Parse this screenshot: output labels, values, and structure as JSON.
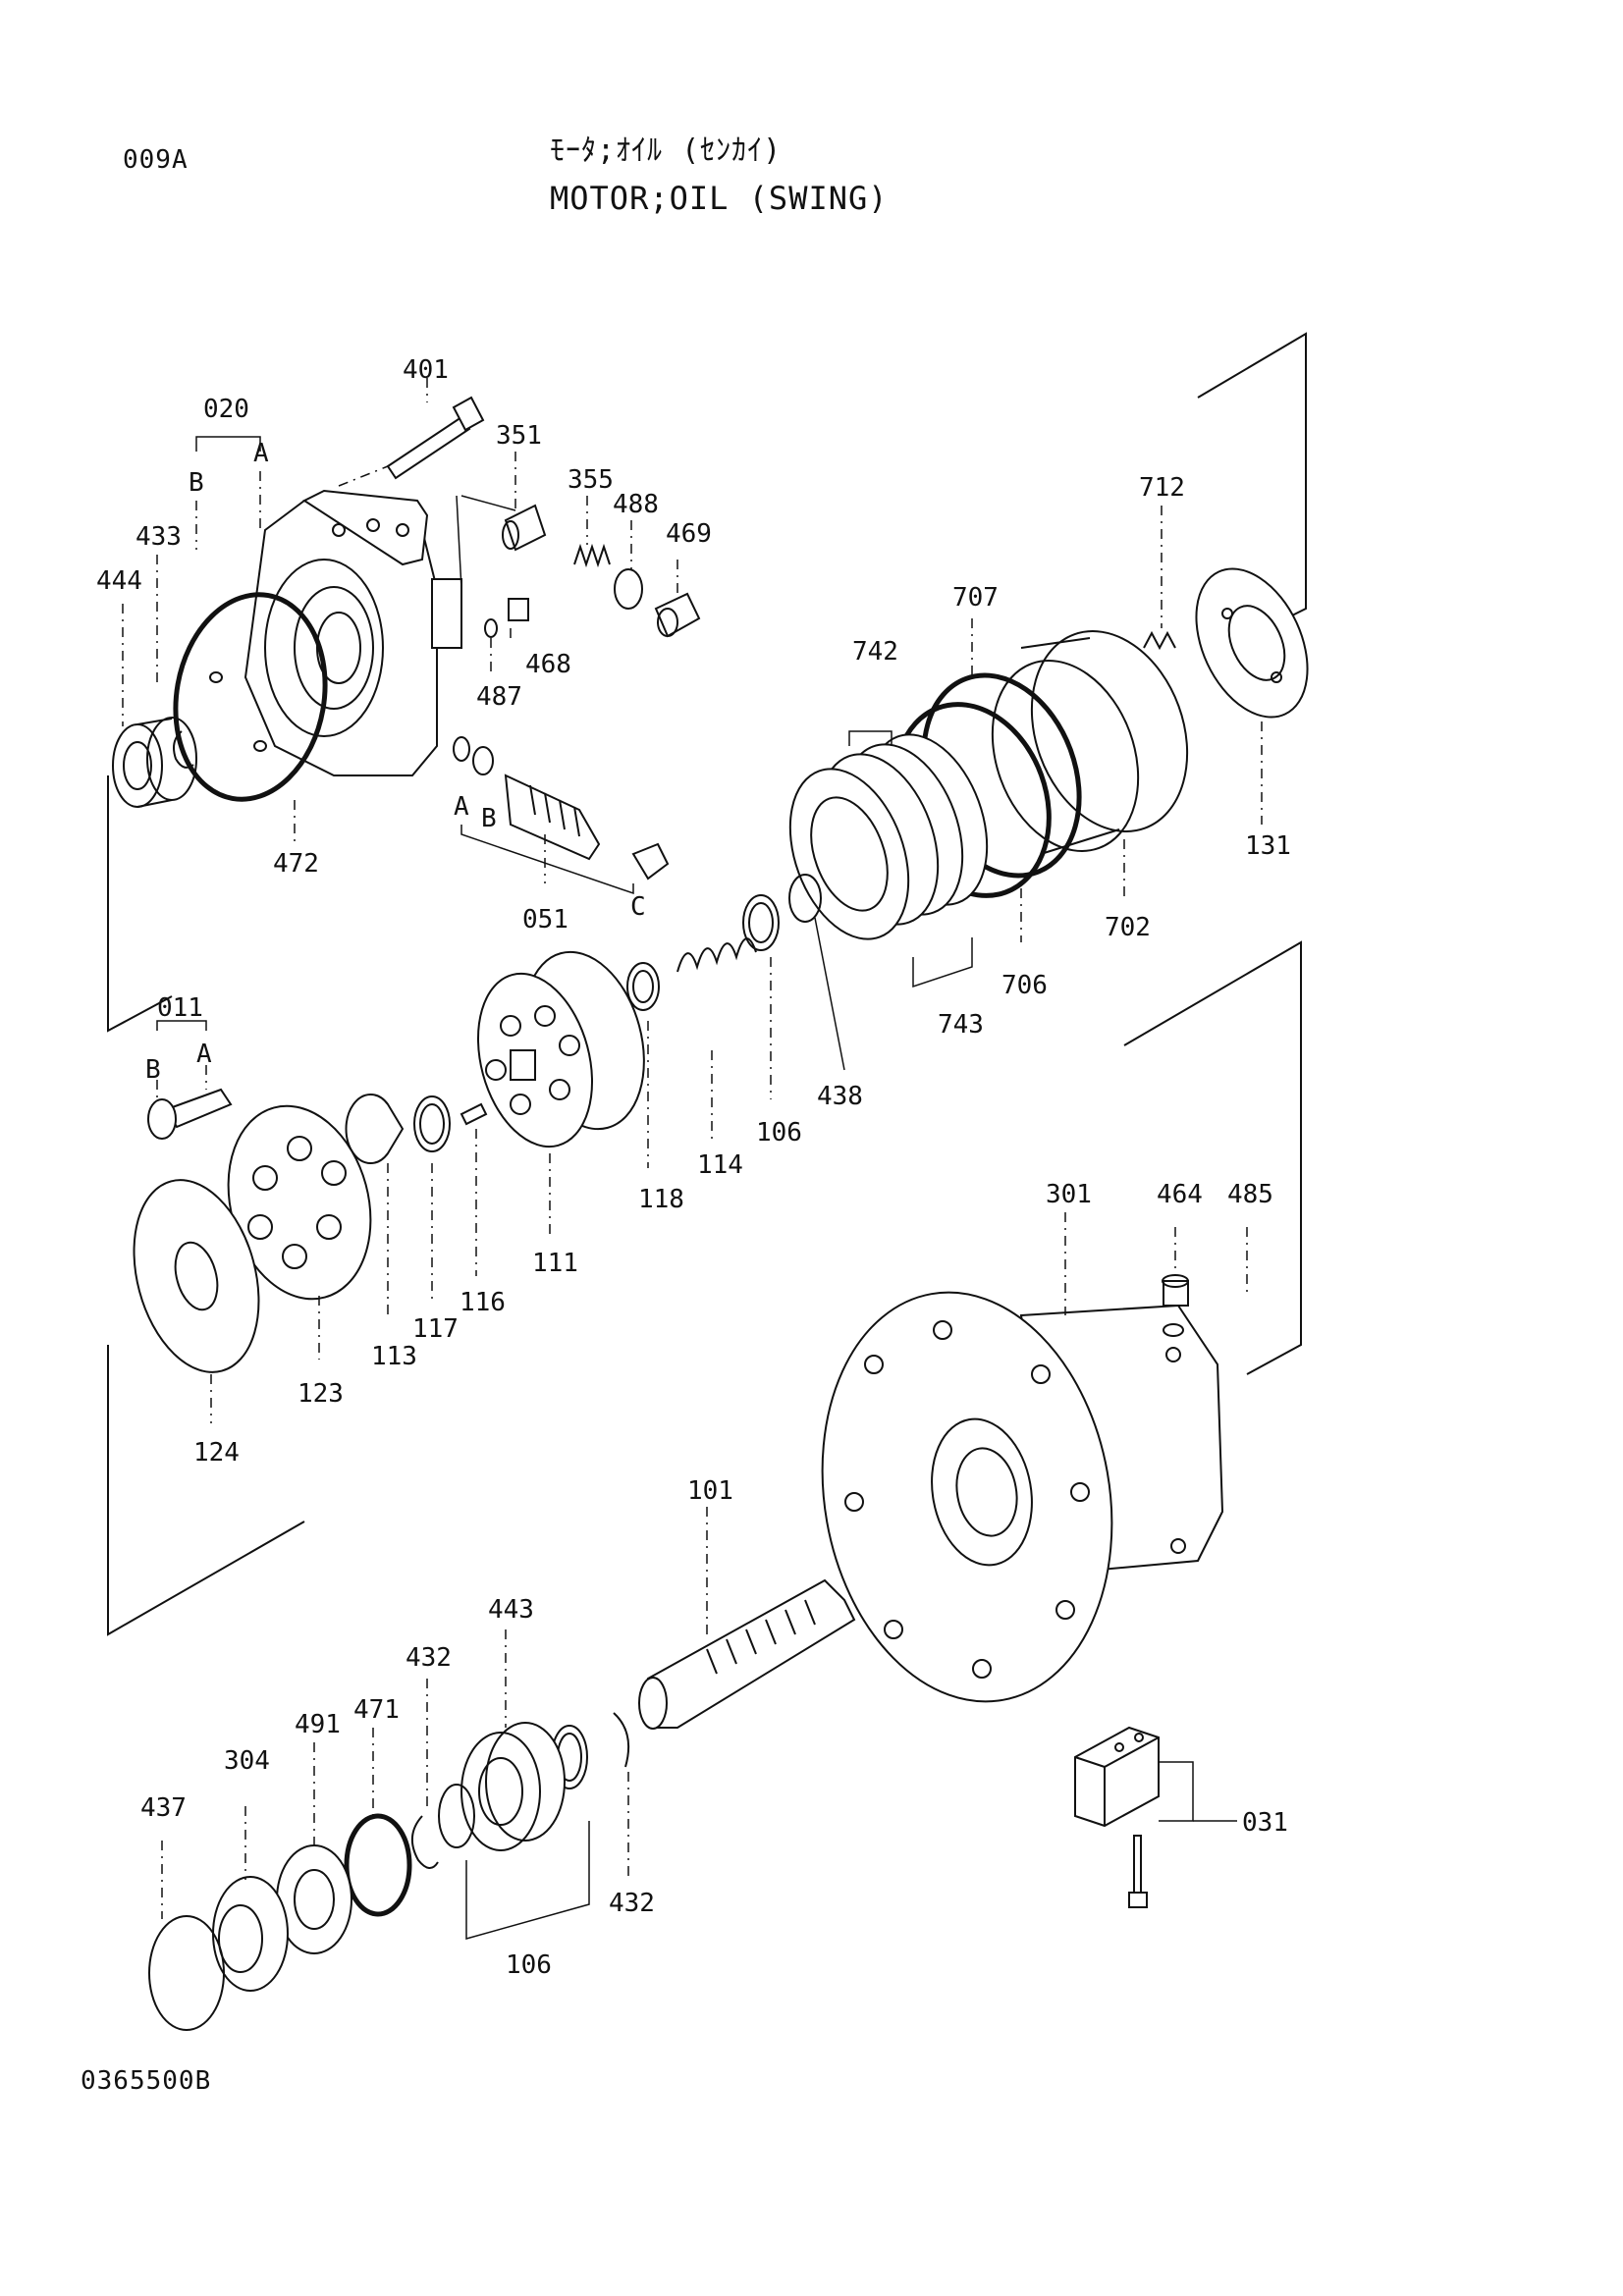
{
  "header": {
    "code": "009A",
    "title_jp": "ﾓｰﾀ;ｵｲﾙ (ｾﾝｶｲ)",
    "title_en": "MOTOR;OIL (SWING)"
  },
  "footer": {
    "drawing_no": "0365500B"
  },
  "labels": {
    "p401": "401",
    "p020": "020",
    "p020A": "A",
    "p020B": "B",
    "p351": "351",
    "p355": "355",
    "p488": "488",
    "p469": "469",
    "p433": "433",
    "p444": "444",
    "p468": "468",
    "p487": "487",
    "p472": "472",
    "p051": "051",
    "p051A": "A",
    "p051B": "B",
    "p051C": "C",
    "p712": "712",
    "p707": "707",
    "p742": "742",
    "p131": "131",
    "p702": "702",
    "p706": "706",
    "p743": "743",
    "p438": "438",
    "p106a": "106",
    "p114": "114",
    "p118": "118",
    "p111": "111",
    "p116": "116",
    "p117": "117",
    "p113": "113",
    "p123": "123",
    "p124": "124",
    "p011": "011",
    "p011A": "A",
    "p011B": "B",
    "p301": "301",
    "p464": "464",
    "p485": "485",
    "p101": "101",
    "p443": "443",
    "p432a": "432",
    "p471": "471",
    "p491": "491",
    "p304": "304",
    "p437": "437",
    "p432b": "432",
    "p106b": "106",
    "p031": "031"
  }
}
